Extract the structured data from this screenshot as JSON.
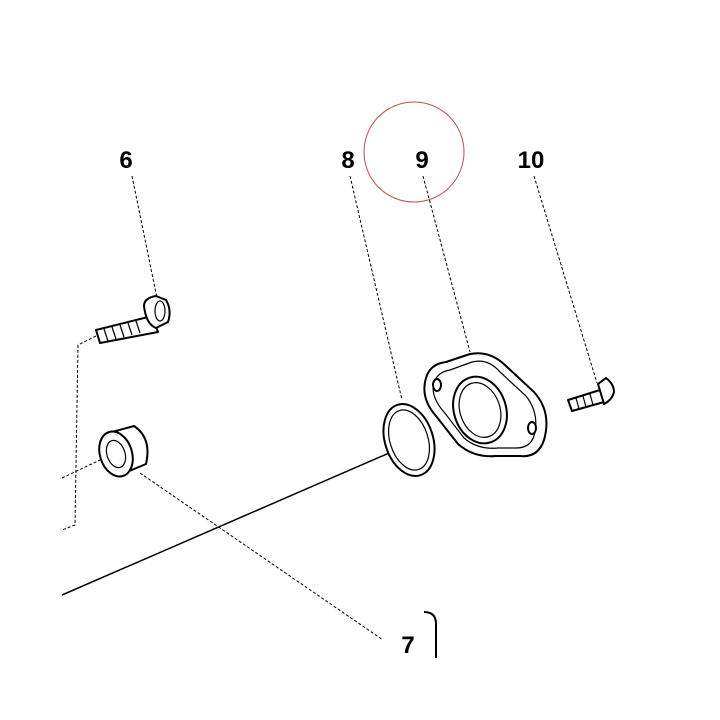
{
  "callouts": {
    "c6": "6",
    "c7": "7",
    "c8": "8",
    "c9": "9",
    "c10": "10"
  },
  "colors": {
    "line": "#000000",
    "highlight_circle": "#c0504d",
    "background": "#ffffff"
  }
}
